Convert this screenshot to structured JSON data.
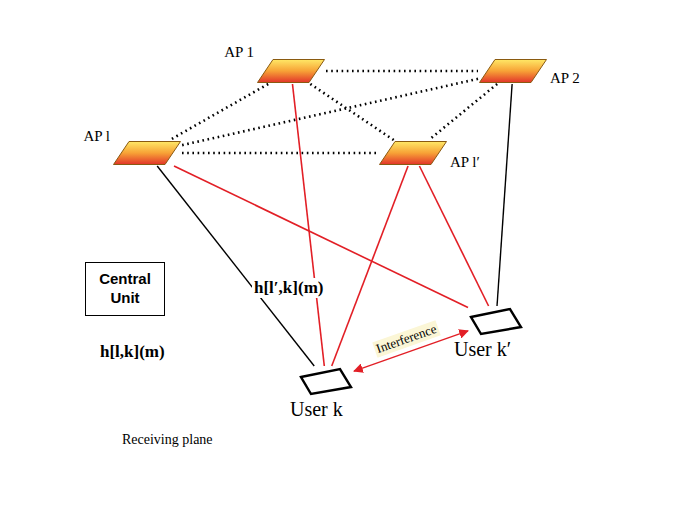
{
  "diagram": {
    "nodes": [
      {
        "text": [
          "AP 1"
        ]
      },
      {
        "text": [
          "AP 2"
        ]
      },
      {
        "text": [
          "AP l"
        ]
      },
      {
        "text": [
          "AP l′"
        ]
      },
      {
        "text": [
          "Central Unit"
        ]
      },
      {
        "text": [
          "Receiving plane"
        ]
      },
      {
        "text": [
          "User k"
        ],
        "in": 5
      },
      {
        "text": [
          "User k′"
        ],
        "in": 5
      }
    ],
    "edges": [
      {
        "from": 0,
        "to": 1,
        "arrow": "none"
      },
      {
        "from": 0,
        "to": 2,
        "arrow": "none"
      },
      {
        "from": 0,
        "to": 3,
        "arrow": "none"
      },
      {
        "from": 1,
        "to": 2,
        "arrow": "none"
      },
      {
        "from": 1,
        "to": 3,
        "arrow": "none"
      },
      {
        "from": 2,
        "to": 3,
        "arrow": "none"
      },
      {
        "from": 2,
        "to": 6,
        "arrow": "none"
      },
      {
        "from": 2,
        "to": 7,
        "arrow": "none"
      },
      {
        "from": 0,
        "to": 6,
        "arrow": "none"
      },
      {
        "from": 3,
        "to": 6,
        "arrow": "none"
      },
      {
        "from": 3,
        "to": 7,
        "arrow": "none"
      },
      {
        "from": 1,
        "to": 7,
        "arrow": "none"
      },
      {
        "from": 6,
        "to": 7,
        "label": "Interference",
        "arrow": "both"
      }
    ],
    "labels": [
      "h[l,k](m)",
      "h[l′,k](m)"
    ]
  }
}
